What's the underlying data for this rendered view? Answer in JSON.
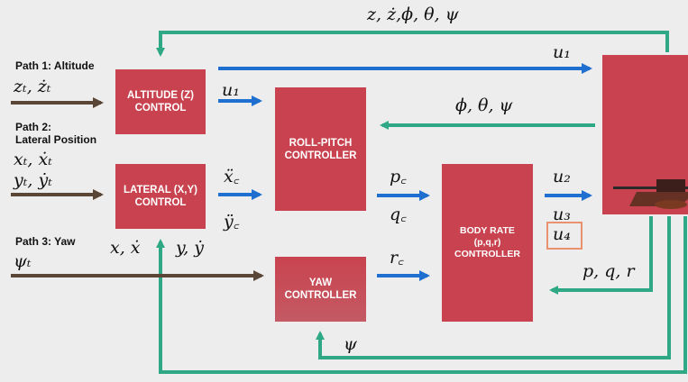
{
  "blocks": {
    "altitude": "ALTITUDE (Z)\nCONTROL",
    "lateral": "LATERAL (X,Y)\nCONTROL",
    "roll_pitch": "ROLL-PITCH\nCONTROLLER",
    "yaw": "YAW\nCONTROLLER",
    "body_rate": "BODY RATE\n(p,q,r)\nCONTROLLER"
  },
  "paths": {
    "path1": "Path 1: Altitude",
    "path2": "Path 2:\nLateral Position",
    "path3": "Path 3: Yaw"
  },
  "signals": {
    "top_feedback": "z, ż,ϕ, θ, ψ",
    "z_inputs": "zₜ, żₜ",
    "xy_inputs_x": "xₜ, ẋₜ",
    "xy_inputs_y": "yₜ, ẏₜ",
    "psi_input": "ψₜ",
    "u1_top": "u₁",
    "u1_mid": "u₁",
    "attitude_feedback": "ϕ, θ, ψ",
    "xdd_c": "ẍ꜀",
    "ydd_c": "ÿ꜀",
    "x_fb": "x, ẋ",
    "y_fb": "y, ẏ",
    "p_c": "p꜀",
    "q_c": "q꜀",
    "r_c": "r꜀",
    "u2": "u₂",
    "u3": "u₃",
    "u4": "u₄",
    "pqr_fb": "p, q, r",
    "psi_fb": "ψ"
  },
  "colors": {
    "block": "#c8434f",
    "feedback_arrow": "#2fa886",
    "forward_arrow": "#1f6fd1",
    "input_arrow": "#5a4636",
    "u4_box": "#e8936e"
  }
}
